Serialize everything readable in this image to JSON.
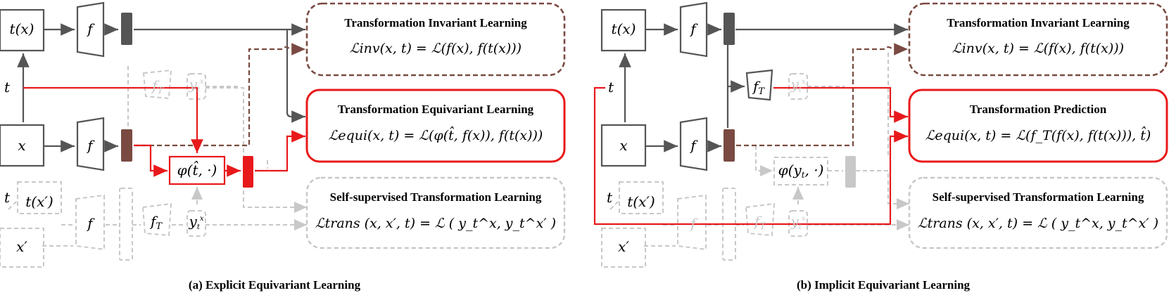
{
  "panels": [
    {
      "caption": "(a) Explicit Equivariant Learning",
      "nodes": {
        "tx": "t(x)",
        "f1": "f",
        "t": "t",
        "fT": "f_T",
        "yt": "y_t^x",
        "x": "x",
        "f2": "f",
        "phi": "φ(t̂, ·)",
        "t2": "t",
        "txp": "t(x′)",
        "f3": "f",
        "fT2": "f_T",
        "yt2": "y_t^x",
        "xp": "x′"
      },
      "boxes": [
        {
          "title": "Transformation Invariant Learning",
          "equation": "ℒinv(x, t) = ℒ(f(x), f(t(x)))"
        },
        {
          "title": "Transformation Equivariant Learning",
          "equation": "ℒequi(x, t) = ℒ(φ(t̂, f(x)),  f(t(x)))"
        },
        {
          "title": "Self-supervised Transformation Learning",
          "equation": "ℒtrans (x, x′, t) = ℒ ( y_t^x, y_t^x′ )"
        }
      ]
    },
    {
      "caption": "(b) Implicit Equivariant Learning",
      "nodes": {
        "tx": "t(x)",
        "f1": "f",
        "t": "t",
        "fT": "f_T",
        "yt": "y_t^x",
        "x": "x",
        "f2": "f",
        "phi": "φ(y_t, ·)",
        "t2": "t",
        "txp": "t(x′)",
        "f3": "f",
        "fT2": "f_T",
        "yt2": "y_t^x",
        "xp": "x′"
      },
      "boxes": [
        {
          "title": "Transformation Invariant Learning",
          "equation": "ℒinv(x, t) = ℒ(f(x), f(t(x)))"
        },
        {
          "title": "Transformation Prediction",
          "equation": "ℒequi(x, t) = ℒ(f_T(f(x), f(t(x))), t̂)"
        },
        {
          "title": "Self-supervised Transformation Learning",
          "equation": "ℒtrans (x, x′, t) = ℒ ( y_t^x, y_t^x′ )"
        }
      ]
    }
  ],
  "colors": {
    "dark": "#555555",
    "brown": "#7a4a42",
    "red": "#e8191b",
    "gray": "#c8c8c8"
  }
}
